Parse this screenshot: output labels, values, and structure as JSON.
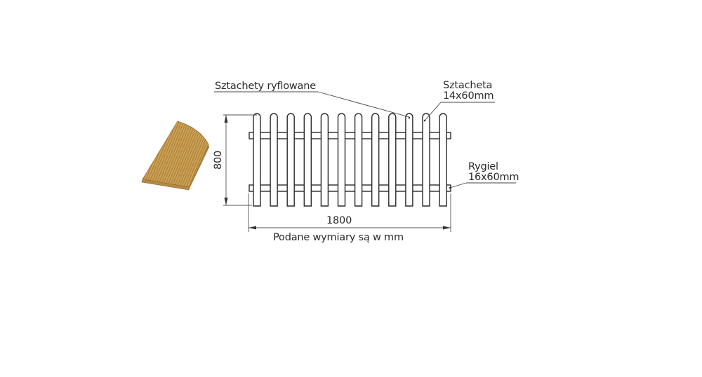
{
  "drawing": {
    "labels": {
      "pickets_note": "Sztachety ryflowane",
      "picket_title": "Sztacheta",
      "picket_size": "14x60mm",
      "rail_title": "Rygiel",
      "rail_size": "16x60mm",
      "height_dim": "800",
      "width_dim": "1800",
      "units_note": "Podane wymiary są  w mm"
    },
    "fence": {
      "picket_count": 12,
      "rail_count": 2,
      "height_mm": 800,
      "width_mm": 1800
    },
    "colors": {
      "line": "#2a2a2a",
      "dim_line": "#555555",
      "wood": "#c89a4e",
      "wood_dark": "#9c7434",
      "wood_groove": "#a87c3a"
    }
  }
}
